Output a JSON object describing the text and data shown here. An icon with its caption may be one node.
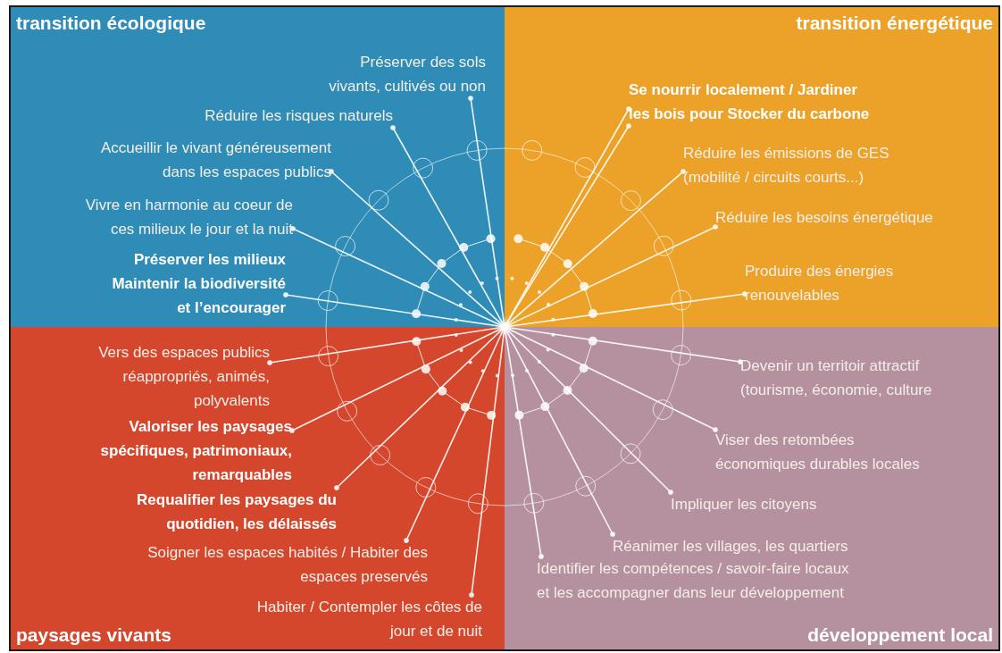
{
  "diagram": {
    "nodes": [
      {
        "text": [
          "transition écologique"
        ]
      },
      {
        "text": [
          "Préserver des sols vivants, cultivés ou non"
        ],
        "in": 0
      },
      {
        "text": [
          "Réduire les risques naturels"
        ],
        "in": 0
      },
      {
        "text": [
          "Accueillir le vivant généreusement dans les espaces publics"
        ],
        "in": 0
      },
      {
        "text": [
          "Vivre en harmonie au coeur de ces milieux le jour et la nuit"
        ],
        "in": 0
      },
      {
        "text": [
          "Préserver les milieux Maintenir la biodiversité et l’encourager"
        ],
        "in": 0
      },
      {
        "text": [
          "transition énergétique"
        ]
      },
      {
        "text": [
          "Se nourrir localement / Jardiner les bois pour Stocker du carbone"
        ],
        "in": 6
      },
      {
        "text": [
          "Réduire les émissions de GES (mobilité / circuits courts...)"
        ],
        "in": 6
      },
      {
        "text": [
          "Réduire les besoins énergétique"
        ],
        "in": 6
      },
      {
        "text": [
          "Produire des énergies renouvelables"
        ],
        "in": 6
      },
      {
        "text": [
          "paysages vivants"
        ]
      },
      {
        "text": [
          "Vers des espaces publics réappropriés, animés, polyvalents"
        ],
        "in": 11
      },
      {
        "text": [
          "Valoriser les paysages spécifiques, patrimoniaux, remarquables"
        ],
        "in": 11
      },
      {
        "text": [
          "Requalifier les paysages du quotidien, les délaissés"
        ],
        "in": 11
      },
      {
        "text": [
          "Soigner les espaces habités / Habiter des espaces preservés"
        ],
        "in": 11
      },
      {
        "text": [
          "Habiter / Contempler les côtes de jour et de nuit"
        ],
        "in": 11
      },
      {
        "text": [
          "développement local"
        ]
      },
      {
        "text": [
          "Devenir un territoir attractif (tourisme, économie, culture"
        ],
        "in": 17
      },
      {
        "text": [
          "Viser des retombées économiques durables locales"
        ],
        "in": 17
      },
      {
        "text": [
          "Impliquer les citoyens"
        ],
        "in": 17
      },
      {
        "text": [
          "Réanimer les villages, les quartiers"
        ],
        "in": 17
      },
      {
        "text": [
          "Identifier les compétences / savoir-faire locaux et les accompagner dans leur développement"
        ],
        "in": 17
      },
      {
        "text": [],
        "shape": "circle"
      }
    ],
    "edges": [
      {
        "from": 23,
        "to": 1,
        "arrow": "other"
      },
      {
        "from": 23,
        "to": 2,
        "arrow": "other"
      },
      {
        "from": 23,
        "to": 3,
        "arrow": "other"
      },
      {
        "from": 23,
        "to": 4,
        "arrow": "other"
      },
      {
        "from": 23,
        "to": 5,
        "arrow": "other"
      },
      {
        "from": 23,
        "to": 7,
        "arrow": "other"
      },
      {
        "from": 23,
        "to": 7,
        "arrow": "other"
      },
      {
        "from": 23,
        "to": 8,
        "arrow": "other"
      },
      {
        "from": 23,
        "to": 9,
        "arrow": "other"
      },
      {
        "from": 23,
        "to": 10,
        "arrow": "other"
      },
      {
        "from": 23,
        "to": 12,
        "arrow": "other"
      },
      {
        "from": 23,
        "to": 13,
        "arrow": "other"
      },
      {
        "from": 23,
        "to": 14,
        "arrow": "other"
      },
      {
        "from": 23,
        "to": 15,
        "arrow": "other"
      },
      {
        "from": 23,
        "to": 16,
        "arrow": "other"
      },
      {
        "from": 23,
        "to": 18,
        "arrow": "other"
      },
      {
        "from": 23,
        "to": 19,
        "arrow": "other"
      },
      {
        "from": 23,
        "to": 20,
        "arrow": "other"
      },
      {
        "from": 23,
        "to": 21,
        "arrow": "other"
      },
      {
        "from": 23,
        "to": 22,
        "arrow": "other"
      }
    ]
  }
}
